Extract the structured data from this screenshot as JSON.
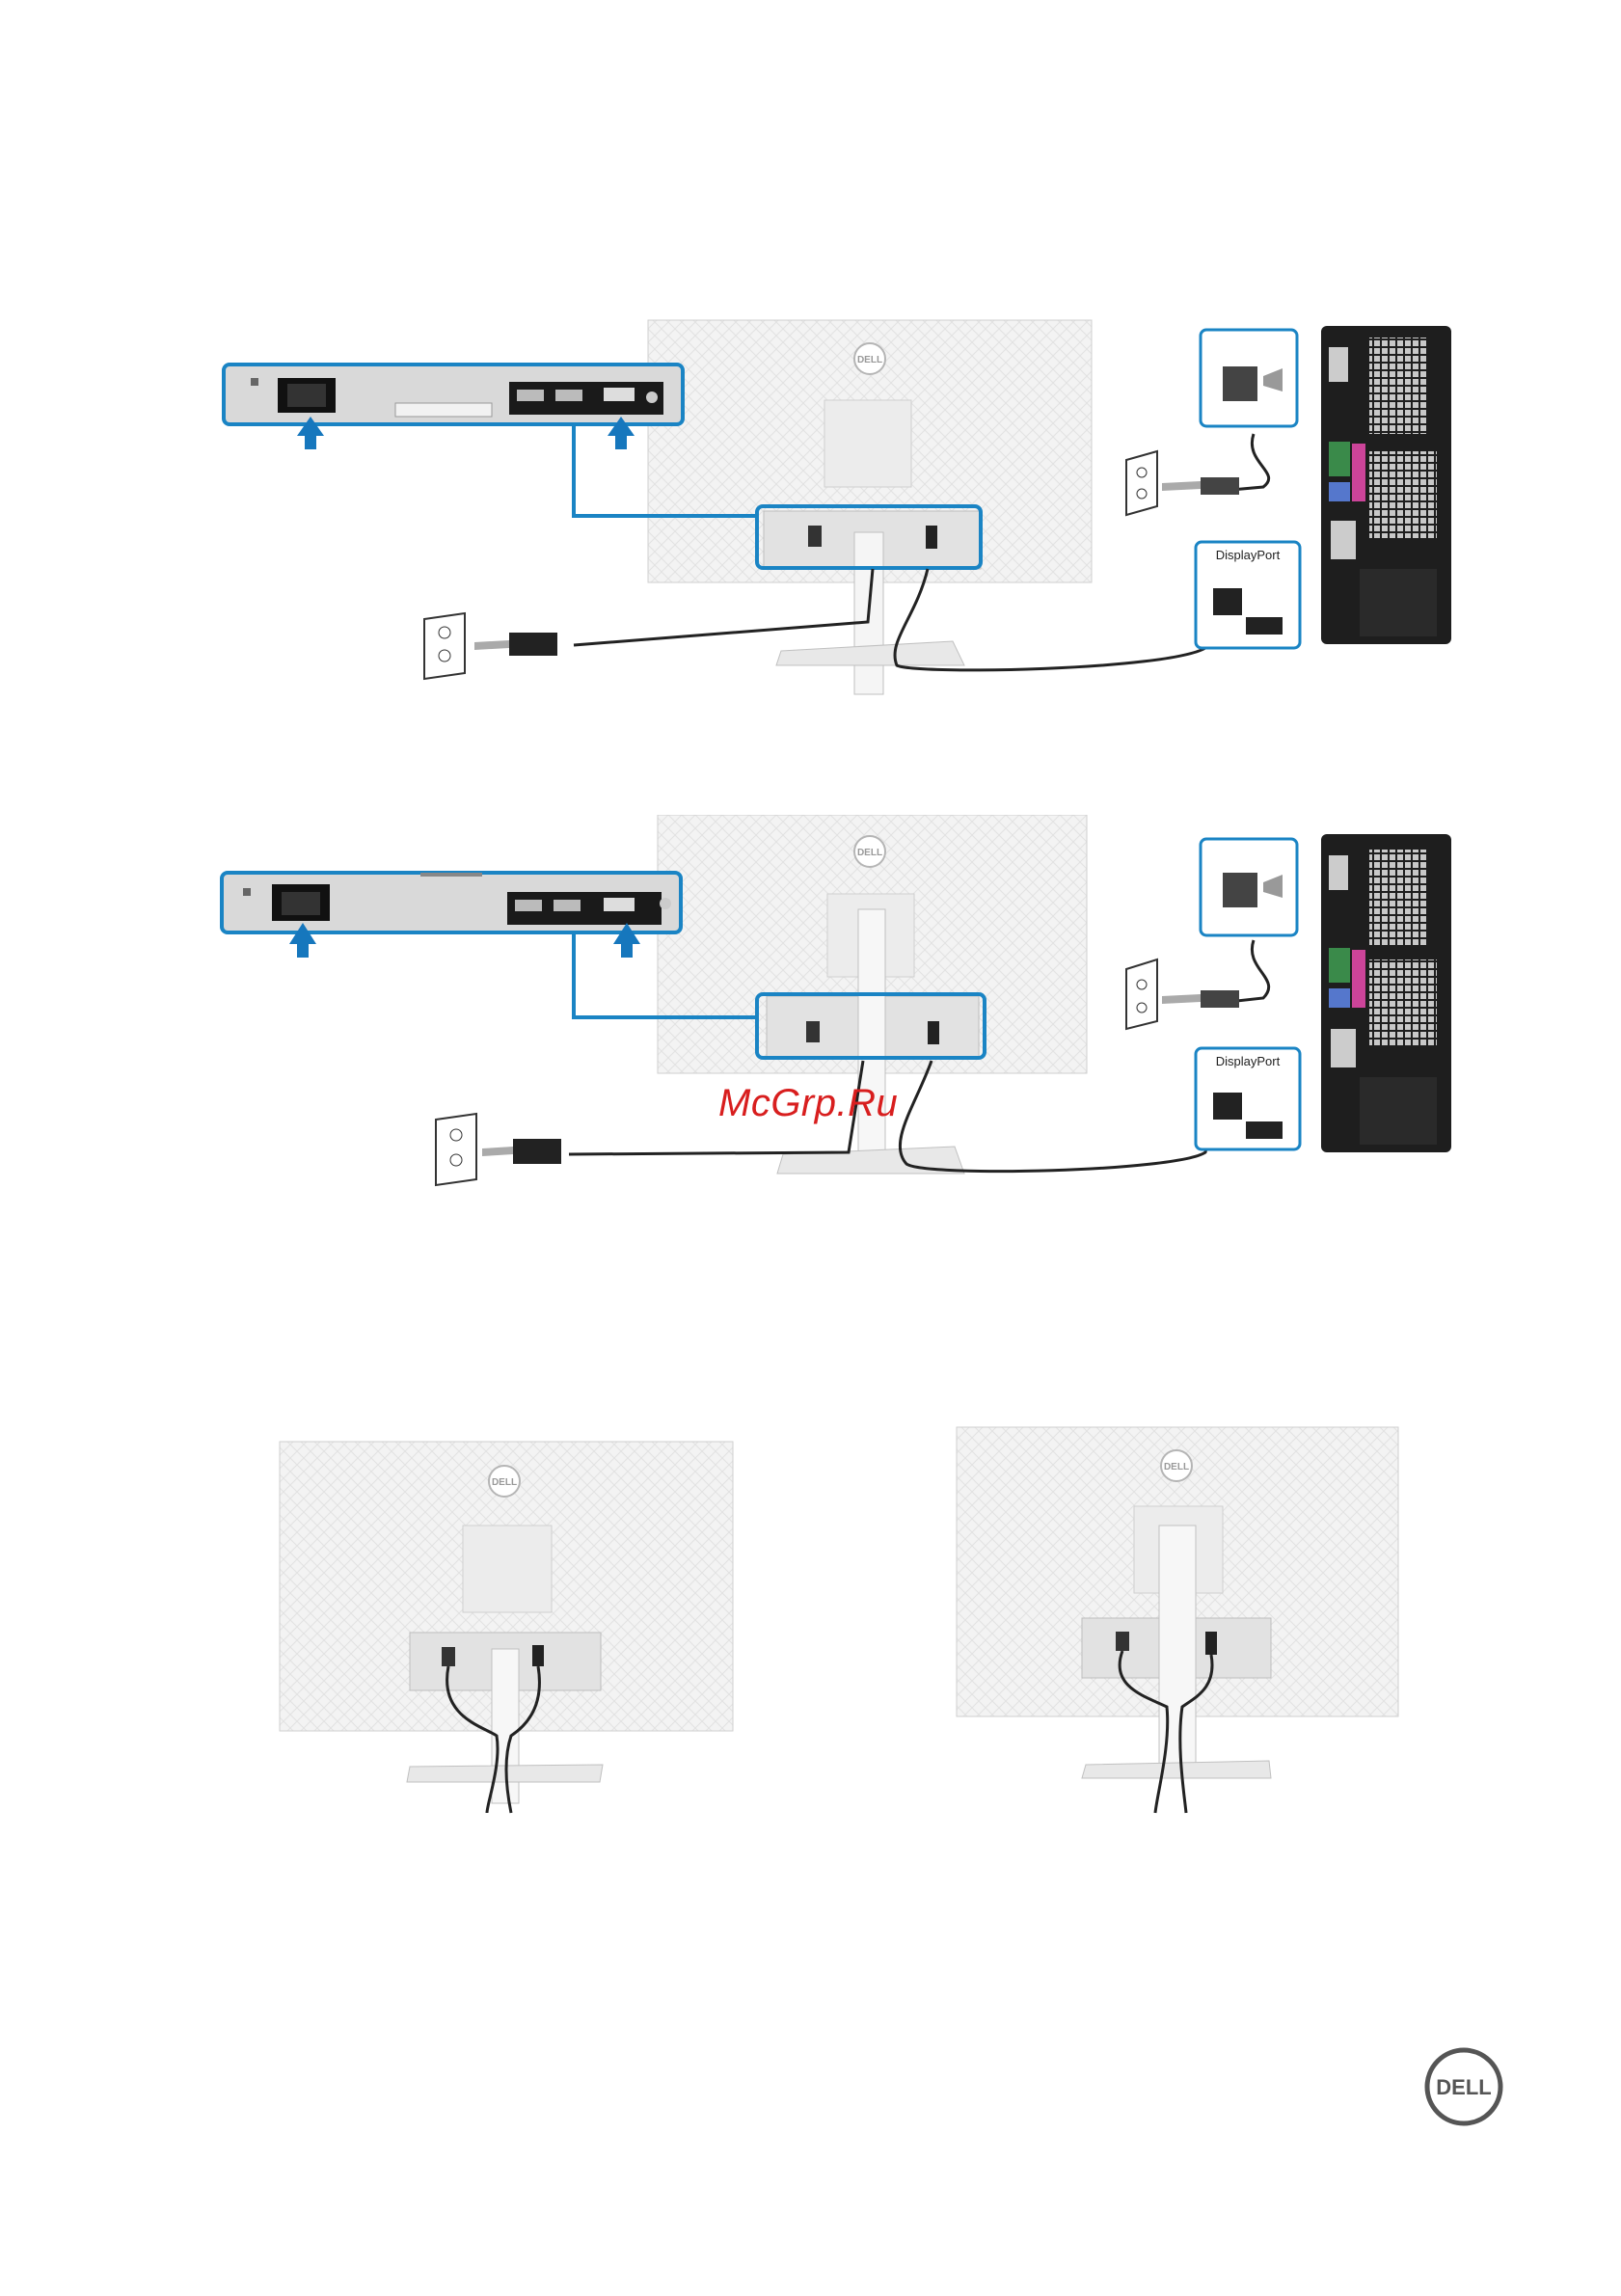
{
  "figures": [
    {
      "id": "fig1",
      "pc_label": "DisplayPort"
    },
    {
      "id": "fig2",
      "pc_label": "DisplayPort"
    }
  ],
  "monitor_logo_text": "DELL",
  "watermark": "McGrp.Ru",
  "footer_logo_text": "DELL",
  "colors": {
    "callout_blue": "#1a84c4",
    "arrow_blue": "#1677bd",
    "panel_gray": "#d9d9d9",
    "pc_case": "#1e1e1e",
    "watermark_red": "#d81e1e"
  },
  "icons": [
    "power-outlet-icon",
    "power-plug-icon",
    "displayport-plug-icon",
    "dell-logo-icon"
  ]
}
